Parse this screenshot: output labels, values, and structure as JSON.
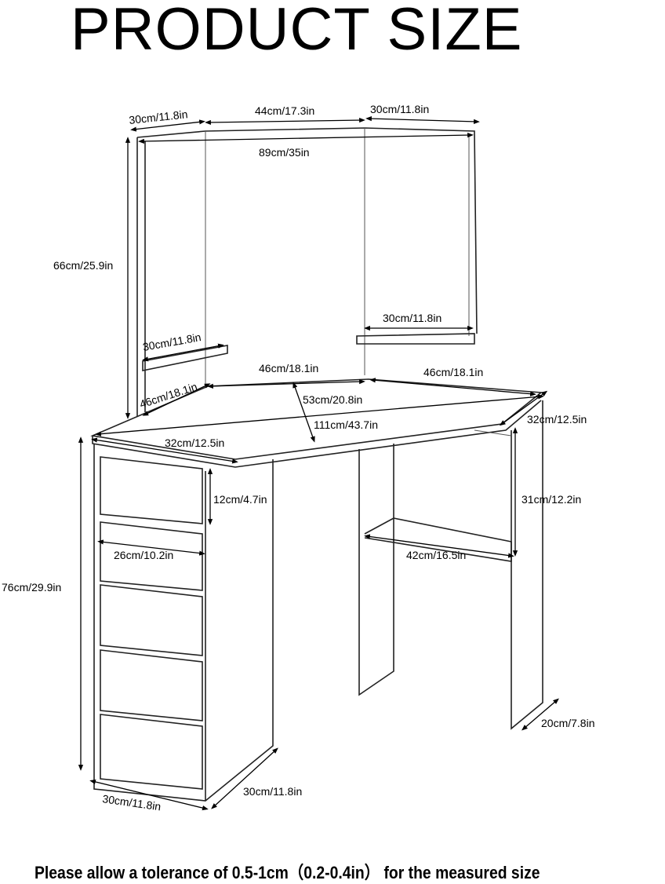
{
  "title": "PRODUCT SIZE",
  "labels": {
    "top_left_width": "30cm/11.8in",
    "top_center_width": "44cm/17.3in",
    "top_right_width": "30cm/11.8in",
    "mirror_total_width": "89cm/35in",
    "mirror_height": "66cm/25.9in",
    "left_shelf_width": "30cm/11.8in",
    "right_shelf_width": "30cm/11.8in",
    "back_center_width": "46cm/18.1in",
    "back_right_width": "46cm/18.1in",
    "back_left_width": "46cm/18.1in",
    "desk_depth": "53cm/20.8in",
    "desk_total_width": "111cm/43.7in",
    "left_front_edge": "32cm/12.5in",
    "right_front_edge": "32cm/12.5in",
    "drawer_height": "12cm/4.7in",
    "shelf_clearance": "31cm/12.2in",
    "drawer_width": "26cm/10.2in",
    "lower_shelf_width": "42cm/16.5in",
    "desk_height": "76cm/29.9in",
    "leg_depth": "20cm/7.8in",
    "cabinet_depth": "30cm/11.8in",
    "cabinet_width": "30cm/11.8in"
  },
  "footer": "Please allow a tolerance of 0.5-1cm（0.2-0.4in） for the measured size"
}
